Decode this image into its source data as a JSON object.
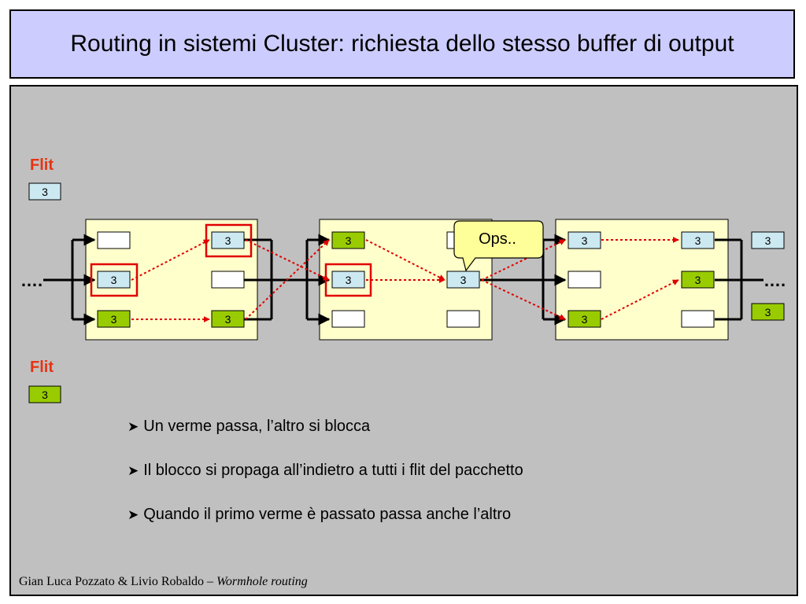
{
  "title": "Routing in sistemi Cluster: richiesta dello stesso buffer di output",
  "legend": {
    "top_label": "Flit",
    "top_value": "3",
    "bottom_label": "Flit",
    "bottom_value": "3"
  },
  "callout": "Ops..",
  "ellipsis_left": "….",
  "ellipsis_right": "….",
  "bullets": [
    "Un verme passa, l’altro si blocca",
    "Il blocco si propaga all’indietro a tutti i flit del pacchetto",
    "Quando il primo verme è passato passa anche l’altro"
  ],
  "footer": {
    "authors": "Gian Luca Pozzato & Livio Robaldo – ",
    "topic": "Wormhole routing"
  },
  "colors": {
    "blue_flit": "#cce9f2",
    "green_flit": "#99cc00",
    "router_fill": "#ffffcc",
    "arrow_red": "#e00000",
    "highlight_red": "#e00000",
    "flit_label": "#e63312"
  },
  "routers": [
    {
      "inputs": [
        "",
        "3",
        "3"
      ],
      "outputs": [
        "3",
        "",
        "3"
      ],
      "input_colors": [
        "empty",
        "blue",
        "green"
      ],
      "output_colors": [
        "blue",
        "empty",
        "green"
      ]
    },
    {
      "inputs": [
        "3",
        "3",
        ""
      ],
      "outputs": [
        "",
        "3",
        ""
      ],
      "input_colors": [
        "green",
        "blue",
        "empty"
      ],
      "output_colors": [
        "empty",
        "blue",
        "empty"
      ]
    },
    {
      "inputs": [
        "3",
        "",
        "3"
      ],
      "outputs": [
        "3",
        "3",
        ""
      ],
      "input_colors": [
        "blue",
        "empty",
        "green"
      ],
      "output_colors": [
        "blue",
        "green",
        "empty"
      ]
    }
  ],
  "exit_flits": [
    {
      "value": "3",
      "color": "blue"
    },
    {
      "value": "3",
      "color": "green"
    }
  ]
}
